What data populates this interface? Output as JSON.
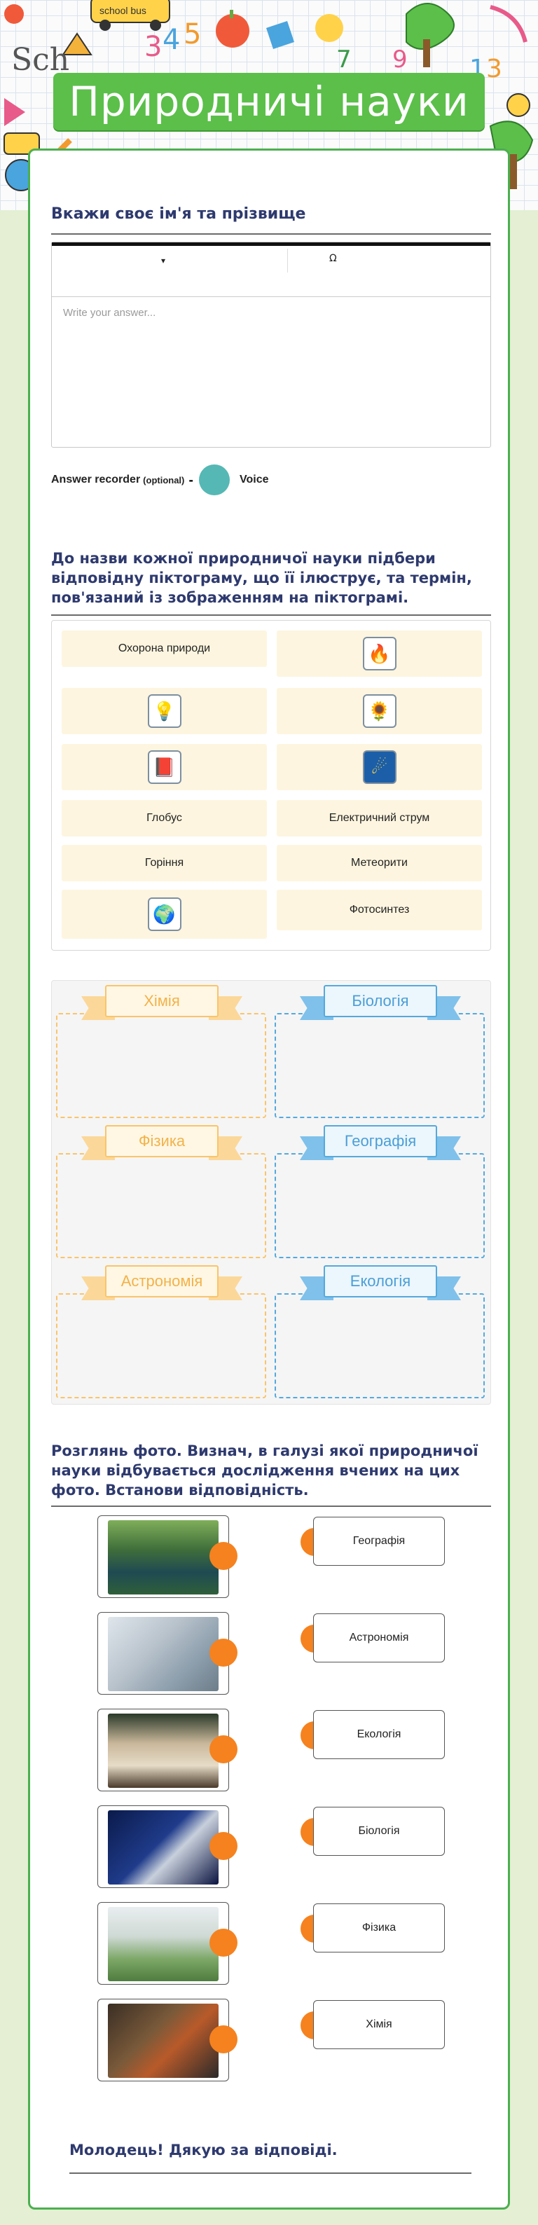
{
  "header": {
    "title": "Природничі науки",
    "doodle_text": "school bus"
  },
  "question1": {
    "title": "Вкажи своє ім'я та прізвище",
    "editor_toolbar": {
      "dropdown_icon": "caret-down-icon",
      "special_char": "Ω"
    },
    "placeholder": "Write your answer...",
    "recorder": {
      "label": "Answer recorder",
      "optional": "(optional)",
      "dash": "-",
      "voice": "Voice"
    }
  },
  "question2": {
    "title": "До назви кожної природничої науки підбери відповідну піктограму, що її ілюструє, та термін, пов'язаний із зображенням на піктограмі.",
    "pool": [
      {
        "type": "text",
        "label": "Охорона природи"
      },
      {
        "type": "icon",
        "icon": "fire-icon",
        "glyph": "🔥"
      },
      {
        "type": "icon",
        "icon": "lightbulb-icon",
        "glyph": "💡"
      },
      {
        "type": "icon",
        "icon": "flower-icon",
        "glyph": "🌻"
      },
      {
        "type": "icon",
        "icon": "book-icon",
        "glyph": "📕"
      },
      {
        "type": "icon",
        "icon": "shooting-stars-icon",
        "glyph": "☄"
      },
      {
        "type": "text",
        "label": "Глобус"
      },
      {
        "type": "text",
        "label": "Електричний струм"
      },
      {
        "type": "text",
        "label": "Горіння"
      },
      {
        "type": "text",
        "label": "Метеорити"
      },
      {
        "type": "icon",
        "icon": "globe-icon",
        "glyph": "🌍"
      },
      {
        "type": "text",
        "label": "Фотосинтез"
      }
    ],
    "categories": [
      {
        "name": "Хімія",
        "color": "#f9c46b"
      },
      {
        "name": "Біологія",
        "color": "#54a9dd"
      },
      {
        "name": "Фізика",
        "color": "#f9c46b"
      },
      {
        "name": "Географія",
        "color": "#54a9dd"
      },
      {
        "name": "Астрономія",
        "color": "#f9c46b"
      },
      {
        "name": "Екологія",
        "color": "#54a9dd"
      }
    ]
  },
  "question3": {
    "title": "Розглянь фото. Визнач, в галузі якої природничої науки відбувається дослідження вчених на цих фото. Встанови відповідність.",
    "photos": [
      "scientist-in-swamp-photo",
      "lab-scientists-photo",
      "map-reader-photo",
      "telescope-photo",
      "greenhouse-scientist-photo",
      "physics-lab-photo"
    ],
    "options": [
      "Географія",
      "Астрономія",
      "Екологія",
      "Біологія",
      "Фізика",
      "Хімія"
    ]
  },
  "footer": {
    "message": "Молодець!  Дякую за відповіді."
  },
  "colors": {
    "accent_green": "#4caf50",
    "title_navy": "#2e3a6e",
    "connector_orange": "#f5821f",
    "tile_cream": "#fdf5df"
  }
}
